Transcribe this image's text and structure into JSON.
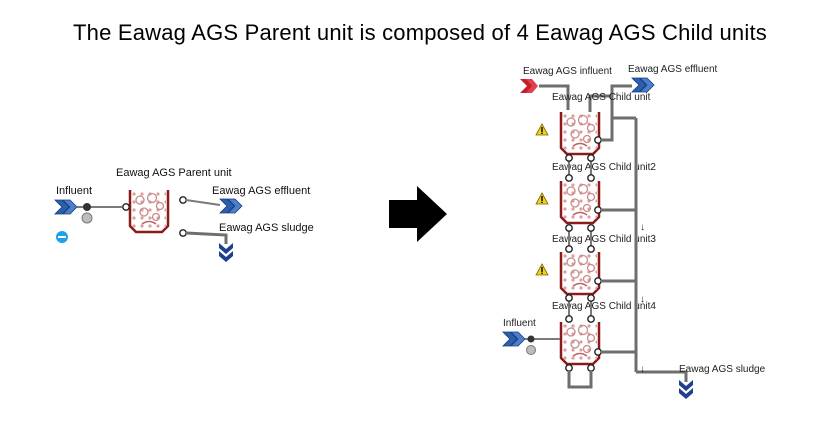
{
  "title": "The Eawag AGS Parent unit is composed of 4 Eawag AGS Child units",
  "left": {
    "influent": "Influent",
    "parent_unit": "Eawag AGS Parent unit",
    "effluent": "Eawag AGS effluent",
    "sludge": "Eawag AGS sludge"
  },
  "right": {
    "influent_top": "Eawag AGS influent",
    "effluent_top": "Eawag AGS effluent",
    "child_units": [
      "Eawag AGS Child unit",
      "Eawag AGS Child unit2",
      "Eawag AGS Child unit3",
      "Eawag AGS Child unit4"
    ],
    "influent": "Influent",
    "sludge": "Eawag AGS sludge"
  },
  "colors": {
    "tank_border": "#8b1a1a",
    "tank_fill": "#f3dede",
    "stream_arrow": "#2b5fb0",
    "influent_red": "#c4202c",
    "sludge_blue": "#1f3f8f",
    "pipe": "#6e6e6e"
  },
  "icons": {
    "arrow": "right-arrow-icon",
    "warning": "warning-icon",
    "controller": "controller-icon"
  }
}
